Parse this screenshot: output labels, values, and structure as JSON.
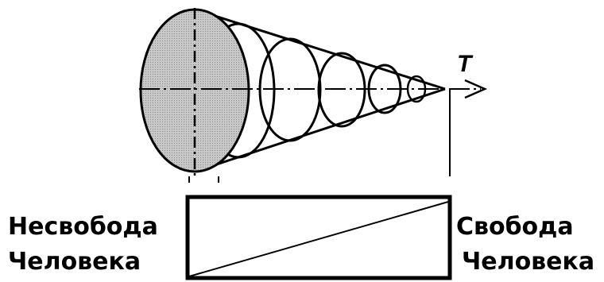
{
  "diagram": {
    "axis_label": "T",
    "left_label": [
      "Несвобода",
      "Человека"
    ],
    "right_label": [
      "Свобода",
      "Человека"
    ]
  },
  "colors": {
    "ink": "#000000",
    "base_fill": "#c8c8c8",
    "background": "#ffffff"
  }
}
